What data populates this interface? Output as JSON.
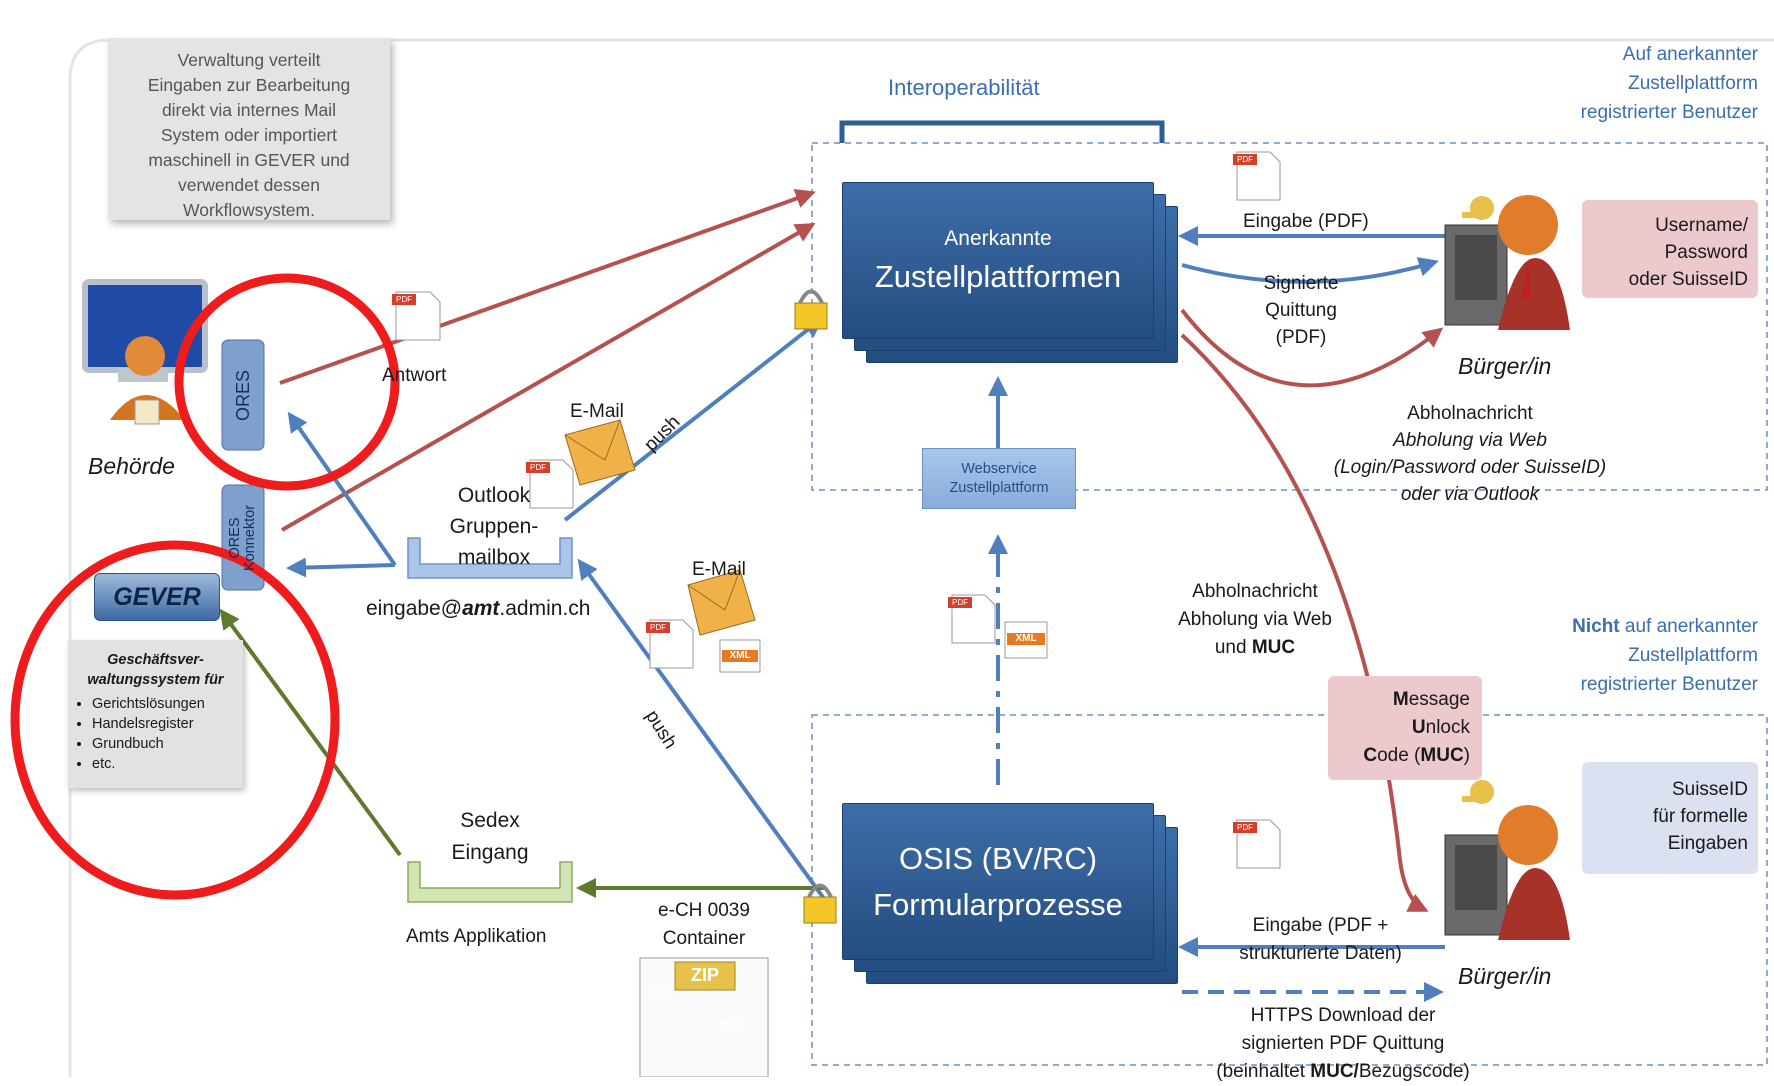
{
  "note_text": [
    "Verwaltung verteilt",
    "Eingaben zur Bearbeitung",
    "direkt via internes Mail",
    "System oder importiert",
    "maschinell in GEVER und",
    "verwendet dessen",
    "Workflowsystem."
  ],
  "interop_label": "Interoperabilität",
  "top_right_caption": [
    "Auf anerkannter",
    "Zustellplattform",
    "registrierter Benutzer"
  ],
  "bottom_right_caption_bold": "Nicht",
  "bottom_right_caption": [
    " auf anerkannter",
    "Zustellplattform",
    "registrierter Benutzer"
  ],
  "platform_box": {
    "line1": "Anerkannte",
    "line2": "Zustellplattformen"
  },
  "osis_box": {
    "line1": "OSIS (BV/RC)",
    "line2": "Formularprozesse"
  },
  "webservice": {
    "line1": "Webservice",
    "line2": "Zustellplattform"
  },
  "eingabe_pdf": "Eingabe (PDF)",
  "signierte_quittung": [
    "Signierte",
    "Quittung",
    "(PDF)"
  ],
  "buerger_top": "Bürger/in",
  "buerger_bottom": "Bürger/in",
  "credentials_top": [
    "Username/",
    "Password",
    "oder SuisseID"
  ],
  "credentials_bottom": [
    "SuisseID",
    "für formelle",
    "Eingaben"
  ],
  "abholnachricht_top": [
    "Abholnachricht",
    "Abholung via Web",
    "(Login/Password oder SuisseID)",
    "oder via Outlook"
  ],
  "abholnachricht_mid": [
    "Abholnachricht",
    "Abholung via Web"
  ],
  "abholnachricht_mid_und": "und ",
  "abholnachricht_mid_muc": "MUC",
  "muc_box": {
    "m": "M",
    "m_rest": "essage",
    "u": "U",
    "u_rest": "nlock",
    "c": "C",
    "c_rest": "ode (",
    "muc": "MUC",
    "close": ")"
  },
  "eingabe_pdf_struct": [
    "Eingabe (PDF +",
    "strukturierte Daten)"
  ],
  "https_download": [
    "HTTPS Download der",
    "signierten PDF Quittung"
  ],
  "https_bracket_open": "(beinhaltet ",
  "https_bracket_muc": "MUC/",
  "https_bracket_rest": "Bezugscode)",
  "antwort": "Antwort",
  "behoerde": "Behörde",
  "ores": "ORES",
  "ores_konnektor": [
    "ORES",
    "Konnektor"
  ],
  "email_top": "E-Mail",
  "email_bottom": "E-Mail",
  "push_top": "push",
  "push_bottom": "push",
  "outlook": [
    "Outlook",
    "Gruppen-",
    "mailbox"
  ],
  "mail_addr_pre": "eingabe@",
  "mail_addr_bold": "amt",
  "mail_addr_post": ".admin.ch",
  "gever": "GEVER",
  "gever_note_title": [
    "Geschäftsver-",
    "waltungssystem für"
  ],
  "gever_note_items": [
    "Gerichtslösungen",
    "Handelsregister",
    "Grundbuch",
    "etc."
  ],
  "sedex": [
    "Sedex",
    "Eingang"
  ],
  "amts_applikation": "Amts Applikation",
  "ech_container": [
    "e-CH 0039",
    "Container"
  ],
  "zip": "ZIP",
  "pdf_tag": "PDF",
  "xml_tag": "XML",
  "colors": {
    "arrow_blue": "#4f7fbd",
    "arrow_red": "#b5524f",
    "arrow_green": "#5f7a2c",
    "box_blue": "#2f5d95",
    "highlight_red": "#ee1c1c"
  }
}
